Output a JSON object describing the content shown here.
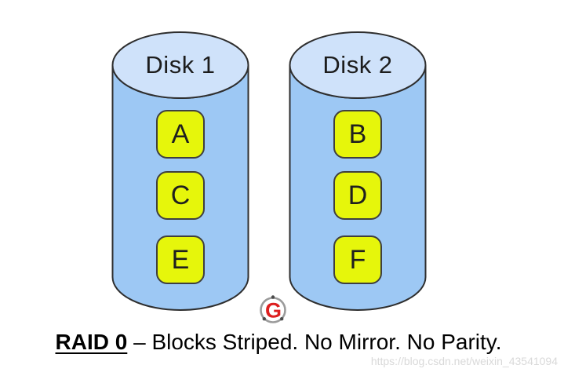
{
  "diagram": {
    "disks": [
      {
        "label": "Disk 1",
        "blocks": [
          {
            "label": "A"
          },
          {
            "label": "C"
          },
          {
            "label": "E"
          }
        ]
      },
      {
        "label": "Disk 2",
        "blocks": [
          {
            "label": "B"
          },
          {
            "label": "D"
          },
          {
            "label": "F"
          }
        ]
      }
    ],
    "logo": {
      "letter": "G"
    },
    "caption": {
      "title": "RAID 0",
      "dash": "–",
      "text": "Blocks Striped. No Mirror. No Parity."
    },
    "watermark": "https://blog.csdn.net/weixin_43541094",
    "colors": {
      "cylinder_body": "#9dc8f4",
      "cylinder_top": "#cfe2fa",
      "outline": "#2e2e2e",
      "block_fill": "#e6f60b",
      "block_border": "#3f3f3f",
      "logo_red": "#dd1f1f",
      "ring_gray": "#9b9b9b",
      "watermark": "#d9d9d9"
    }
  }
}
